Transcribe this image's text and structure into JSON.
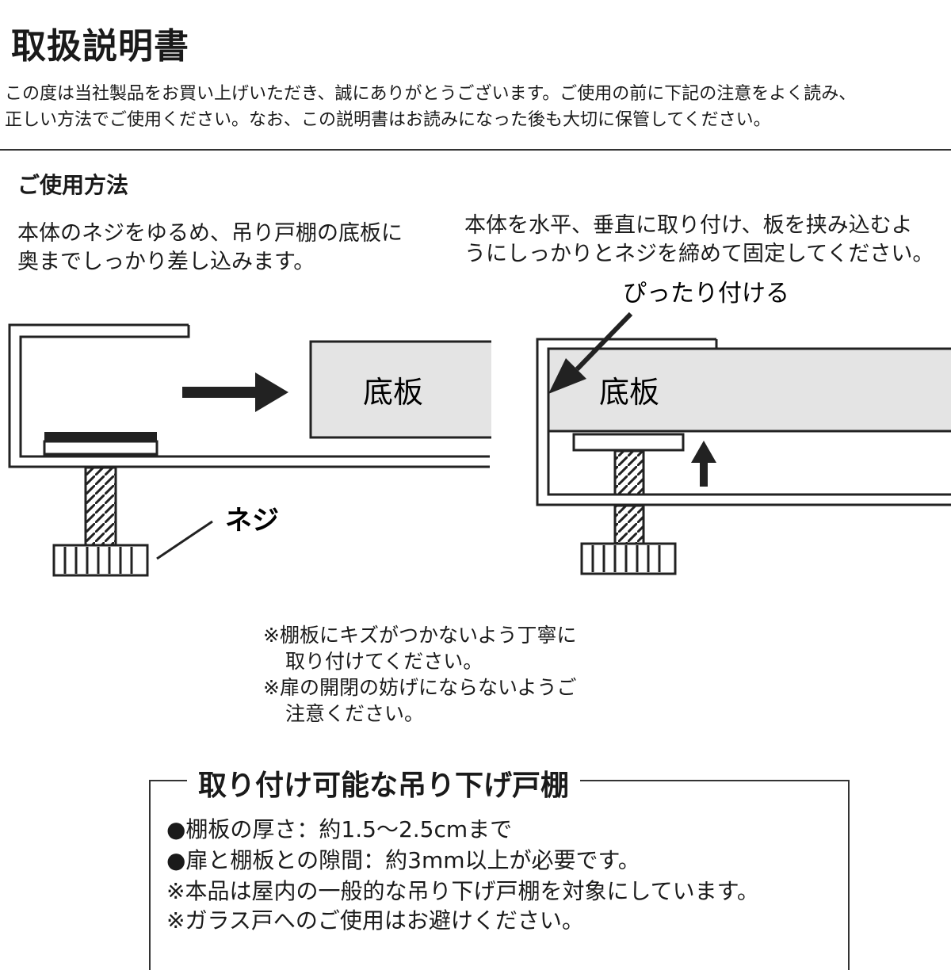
{
  "title": "取扱説明書",
  "intro": [
    "この度は当社製品をお買い上げいただき、誠にありがとうございます。ご使用の前に下記の注意をよく読み、",
    "正しい方法でご使用ください。なお、この説明書はお読みになった後も大切に保管してください。"
  ],
  "usage": {
    "heading": "ご使用方法",
    "step1": [
      "本体のネジをゆるめ、吊り戸棚の底板に",
      "奥までしっかり差し込みます。"
    ],
    "step2": [
      "本体を水平、垂直に取り付け、板を挟み込むよ",
      "うにしっかりとネジを締めて固定してください。"
    ]
  },
  "diagram": {
    "board_label_left": "底板",
    "board_label_right": "底板",
    "screw_label": "ネジ",
    "fit_label": "ぴったり付ける"
  },
  "notes": [
    "※棚板にキズがつかないよう丁寧に",
    "取り付けてください。",
    "※扉の開閉の妨げにならないようご",
    "注意ください。"
  ],
  "spec": {
    "title": "取り付け可能な吊り下げ戸棚",
    "items": [
      "●棚板の厚さ：約1.5～2.5cmまで",
      "●扉と棚板との隙間：約3mm以上が必要です。",
      "※本品は屋内の一般的な吊り下げ戸棚を対象にしています。",
      "※ガラス戸へのご使用はお避けください。"
    ]
  }
}
